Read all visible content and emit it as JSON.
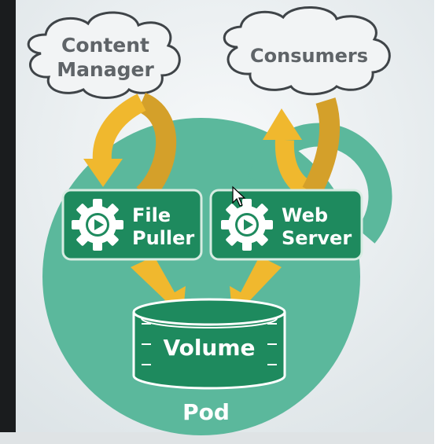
{
  "clouds": {
    "content_manager": {
      "line1": "Content",
      "line2": "Manager"
    },
    "consumers": {
      "label": "Consumers"
    }
  },
  "containers": {
    "file_puller": {
      "line1": "File",
      "line2": "Puller"
    },
    "web_server": {
      "line1": "Web",
      "line2": "Server"
    }
  },
  "volume": {
    "label": "Volume"
  },
  "pod": {
    "label": "Pod"
  },
  "colors": {
    "pod_fill": "#5bb89c",
    "container_fill": "#1e8a5e",
    "arrow": "#f0b82e",
    "arrow_dark": "#d4a02a",
    "cloud_fill": "#f2f4f5",
    "cloud_stroke": "#3f4448",
    "cloud_text": "#5f6468",
    "background": "#e8edef"
  },
  "icons": {
    "container": "gear-play-icon"
  }
}
